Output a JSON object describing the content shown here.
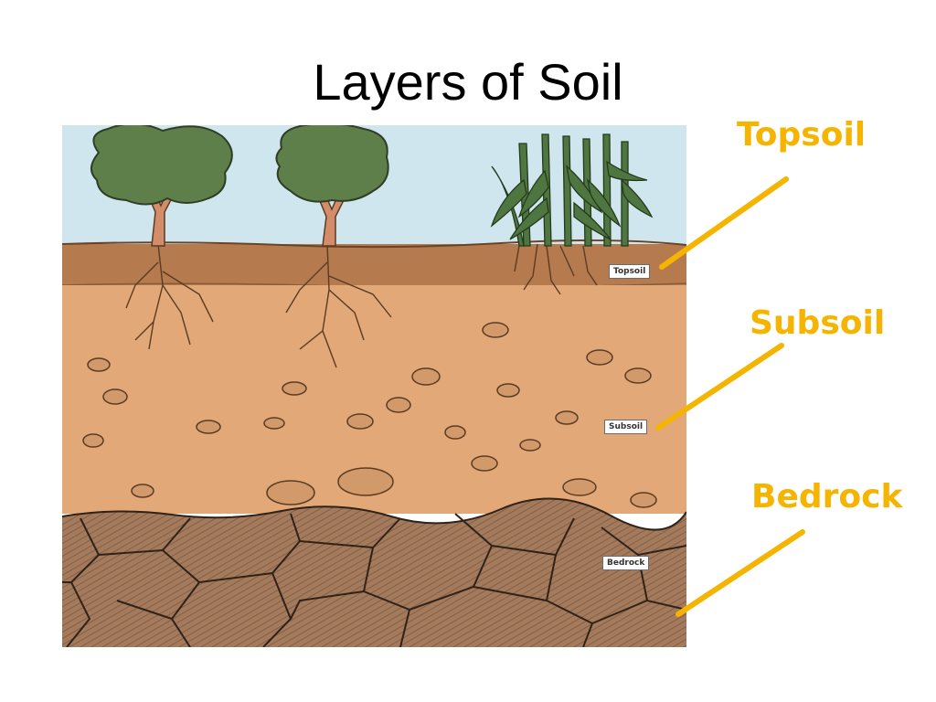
{
  "slide": {
    "title": "Layers of Soil"
  },
  "figure": {
    "inset_labels": {
      "topsoil": "Topsoil",
      "subsoil": "Subsoil",
      "bedrock": "Bedrock"
    }
  },
  "callouts": {
    "topsoil": "Topsoil",
    "subsoil": "Subsoil",
    "bedrock": "Bedrock"
  },
  "colors": {
    "callout": "#f5b400",
    "sky": "#cfe6ee",
    "topsoil": "#b57a4e",
    "subsoil": "#e2a877",
    "bedrock": "#a47a5c",
    "foliage": "#5e7f4a"
  }
}
